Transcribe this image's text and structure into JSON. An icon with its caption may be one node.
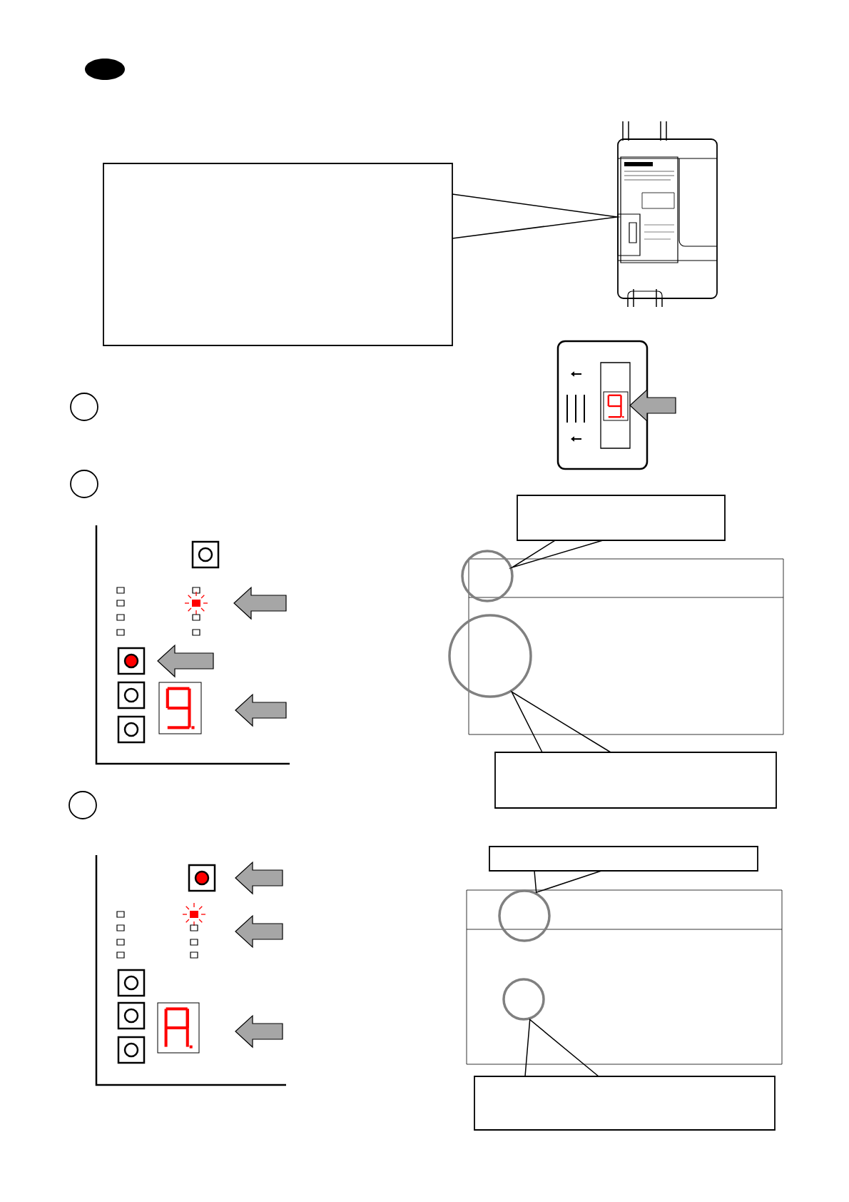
{
  "diagram": {
    "nodes": [
      {
        "text": [],
        "shape": "box"
      },
      {
        "text": [],
        "shape": "picture"
      },
      {
        "text": [],
        "shape": "circle"
      },
      {
        "text": [],
        "shape": "circle"
      },
      {
        "text": [],
        "shape": "box"
      },
      {
        "text": [],
        "shape": "circle"
      },
      {
        "text": [],
        "shape": "circle"
      },
      {
        "text": [],
        "shape": "box"
      },
      {
        "text": [],
        "shape": "circle"
      },
      {
        "text": [],
        "shape": "box"
      },
      {
        "text": [],
        "shape": "circle"
      },
      {
        "text": [],
        "shape": "circle"
      },
      {
        "text": [],
        "shape": "box"
      }
    ],
    "edges": [
      {
        "from": 0,
        "to": 1,
        "arrow": "none"
      },
      {
        "from": 4,
        "to": 5,
        "arrow": "none"
      },
      {
        "from": 7,
        "to": 6,
        "arrow": "none"
      },
      {
        "from": 9,
        "to": 10,
        "arrow": "none"
      },
      {
        "from": 12,
        "to": 11,
        "arrow": "none"
      }
    ]
  }
}
